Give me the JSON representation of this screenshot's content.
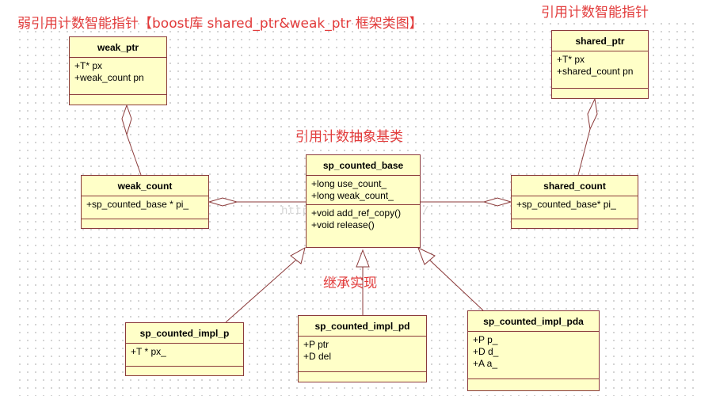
{
  "titles": {
    "main": "弱引用计数智能指针【boost库 shared_ptr&weak_ptr 框架类图】",
    "right": "引用计数智能指针",
    "base": "引用计数抽象基类",
    "inherit": "继承实现"
  },
  "watermark": "http://blog.csdn.net/",
  "classes": {
    "weak_ptr": {
      "name": "weak_ptr",
      "attrs": [
        "+T* px",
        "+weak_count pn"
      ]
    },
    "shared_ptr": {
      "name": "shared_ptr",
      "attrs": [
        "+T* px",
        "+shared_count pn"
      ]
    },
    "weak_count": {
      "name": "weak_count",
      "attrs": [
        "+sp_counted_base * pi_"
      ]
    },
    "shared_count": {
      "name": "shared_count",
      "attrs": [
        "+sp_counted_base*  pi_"
      ]
    },
    "sp_counted_base": {
      "name": "sp_counted_base",
      "attrs": [
        "+long use_count_",
        "+long weak_count_"
      ],
      "ops": [
        "+void add_ref_copy()",
        "+void release()"
      ]
    },
    "sp_counted_impl_p": {
      "name": "sp_counted_impl_p",
      "attrs": [
        "+T * px_"
      ]
    },
    "sp_counted_impl_pd": {
      "name": "sp_counted_impl_pd",
      "attrs": [
        "+P ptr",
        "+D del"
      ]
    },
    "sp_counted_impl_pda": {
      "name": "sp_counted_impl_pda",
      "attrs": [
        "+P p_",
        "+D d_",
        "+A a_"
      ]
    }
  },
  "colors": {
    "title": "#e23b3b",
    "class_fill": "#ffffc8",
    "class_border": "#8b3a3a",
    "line": "#8b3a3a"
  }
}
